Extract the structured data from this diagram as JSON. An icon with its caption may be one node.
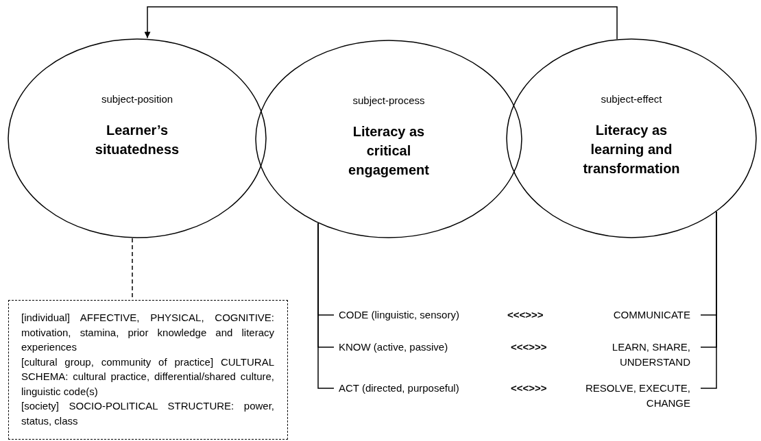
{
  "diagram": {
    "nodes": [
      {
        "text": [
          "subject-position",
          "Learner’s situatedness"
        ]
      },
      {
        "text": [
          "subject-process",
          "Literacy as critical engagement"
        ]
      },
      {
        "text": [
          "subject-effect",
          "Literacy as learning and transformation"
        ]
      },
      {
        "text": [
          "[individual] AFFECTIVE, PHYSICAL, COGNITIVE: motivation, stamina, prior knowledge and literacy experiences",
          "[cultural group, community of practice] CULTURAL SCHEMA: cultural practice, differential/shared culture, linguistic code(s)",
          "[society] SOCIO-POLITICAL STRUCTURE: power, status, class"
        ]
      },
      {
        "text": [
          "CODE (linguistic, sensory)"
        ]
      },
      {
        "text": [
          "KNOW (active, passive)"
        ]
      },
      {
        "text": [
          "ACT (directed, purposeful)"
        ]
      },
      {
        "text": [
          "COMMUNICATE"
        ]
      },
      {
        "text": [
          "LEARN, SHARE, UNDERSTAND"
        ]
      },
      {
        "text": [
          "RESOLVE, EXECUTE, CHANGE"
        ]
      }
    ],
    "edges": [
      {
        "from": 2,
        "to": 0,
        "arrow": "to"
      },
      {
        "from": 0,
        "to": 3,
        "arrow": "none",
        "style": "dashed"
      },
      {
        "from": 1,
        "to": 4,
        "arrow": "none"
      },
      {
        "from": 1,
        "to": 5,
        "arrow": "none"
      },
      {
        "from": 1,
        "to": 6,
        "arrow": "none"
      },
      {
        "from": 2,
        "to": 7,
        "arrow": "none"
      },
      {
        "from": 2,
        "to": 8,
        "arrow": "none"
      },
      {
        "from": 2,
        "to": 9,
        "arrow": "none"
      }
    ],
    "labels": [
      "<<<>>>",
      "<<<>>>",
      "<<<>>>"
    ]
  }
}
